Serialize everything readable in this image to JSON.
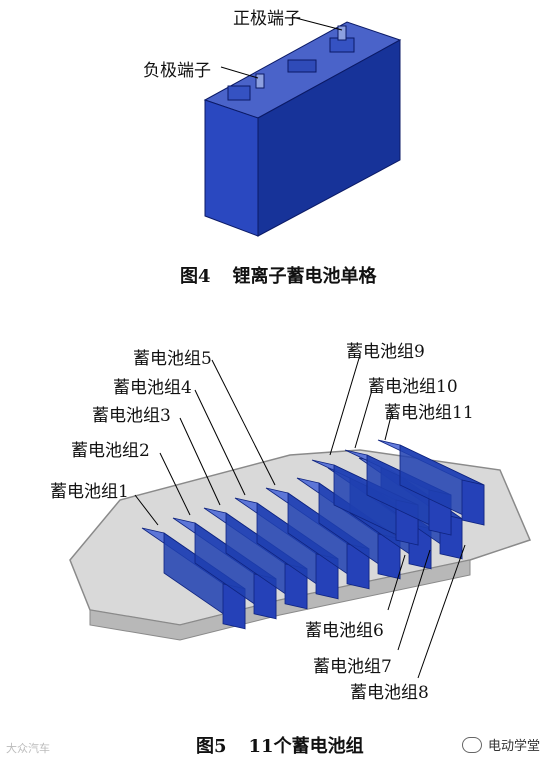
{
  "fig4": {
    "label_positive": "正极端子",
    "label_negative": "负极端子",
    "caption_num": "图4",
    "caption_text": "锂离子蓄电池单格"
  },
  "fig5": {
    "modules": [
      "蓄电池组1",
      "蓄电池组2",
      "蓄电池组3",
      "蓄电池组4",
      "蓄电池组5",
      "蓄电池组6",
      "蓄电池组7",
      "蓄电池组8",
      "蓄电池组9",
      "蓄电池组10",
      "蓄电池组11"
    ],
    "caption_num": "图5",
    "caption_text": "11个蓄电池组"
  },
  "watermark": {
    "left": "大众汽车",
    "right": "电动学堂"
  },
  "colors": {
    "battery_blue": "#1f3fb0",
    "battery_dark": "#0f2480",
    "tray_gray": "#d6d6d6"
  }
}
